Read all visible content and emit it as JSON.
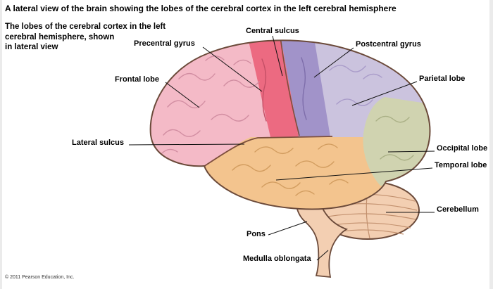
{
  "title": "A lateral view of the brain showing the lobes of the cerebral cortex in the left cerebral hemisphere",
  "subtitle_lines": [
    "The lobes of the cerebral cortex in the left",
    "cerebral hemisphere, shown",
    "in lateral view"
  ],
  "labels": {
    "central_sulcus": "Central sulcus",
    "precentral_gyrus": "Precentral gyrus",
    "postcentral_gyrus": "Postcentral gyrus",
    "frontal_lobe": "Frontal lobe",
    "parietal_lobe": "Parietal lobe",
    "lateral_sulcus": "Lateral sulcus",
    "occipital_lobe": "Occipital lobe",
    "temporal_lobe": "Temporal lobe",
    "cerebellum": "Cerebellum",
    "pons": "Pons",
    "medulla_oblongata": "Medulla oblongata"
  },
  "region_colors": {
    "frontal_lobe": "#f4bac7",
    "precentral_gyrus": "#ec6a81",
    "postcentral_gyrus": "#a193c9",
    "parietal_lobe": "#cbc3de",
    "occipital_lobe": "#d0d3b0",
    "temporal_lobe": "#f3c48e",
    "cerebellum_brainstem": "#f3cfb2",
    "outline": "#6b4a3a"
  },
  "copyright": "© 2011 Pearson Education, Inc."
}
